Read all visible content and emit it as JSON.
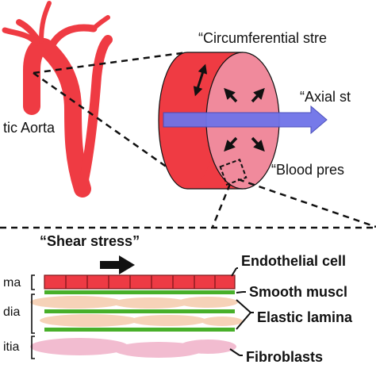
{
  "labels": {
    "circumferential": "“Circumferential stre",
    "axial": "“Axial st",
    "blood_pressure": "“Blood pres",
    "aorta": "tic Aorta",
    "shear_stress": "“Shear stress”",
    "endothelial_cell": "Endothelial cell",
    "smooth_muscle": "Smooth muscl",
    "elastic_lamina": "Elastic lamina",
    "fibroblasts": "Fibroblasts",
    "layer_intima": "ma",
    "layer_media": "dia",
    "layer_adventitia": "itia"
  },
  "colors": {
    "aorta_red": "#ef3b43",
    "cylinder_face": "#f08a9c",
    "axial_arrow": "#6f73e8",
    "endothelial": "#ee3a44",
    "elastic_green": "#48b02a",
    "smooth_muscle": "#f6d2b8",
    "fibroblast": "#f2bcd0"
  }
}
